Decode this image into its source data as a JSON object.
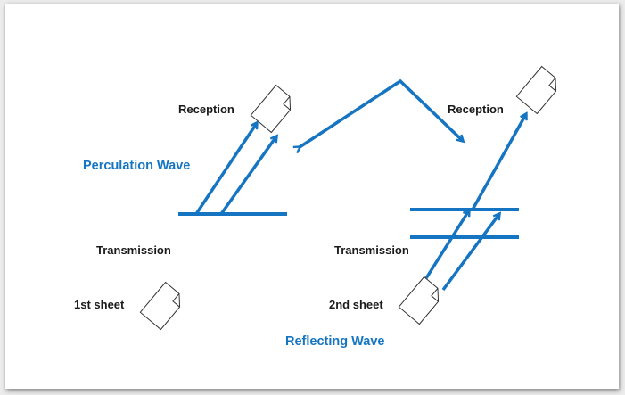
{
  "labels": {
    "reception_left": "Reception",
    "reception_right": "Reception",
    "perculation_wave": "Perculation Wave",
    "transmission_left": "Transmission",
    "transmission_right": "Transmission",
    "first_sheet": "1st sheet",
    "second_sheet": "2nd sheet",
    "reflecting_wave": "Reflecting Wave"
  },
  "colors": {
    "wave_blue": "#1575c2",
    "text_dark": "#1a1a1a",
    "sheet_fill": "#ffffff",
    "sheet_stroke": "#333333"
  },
  "icons": {
    "sheet": "document-icon"
  }
}
